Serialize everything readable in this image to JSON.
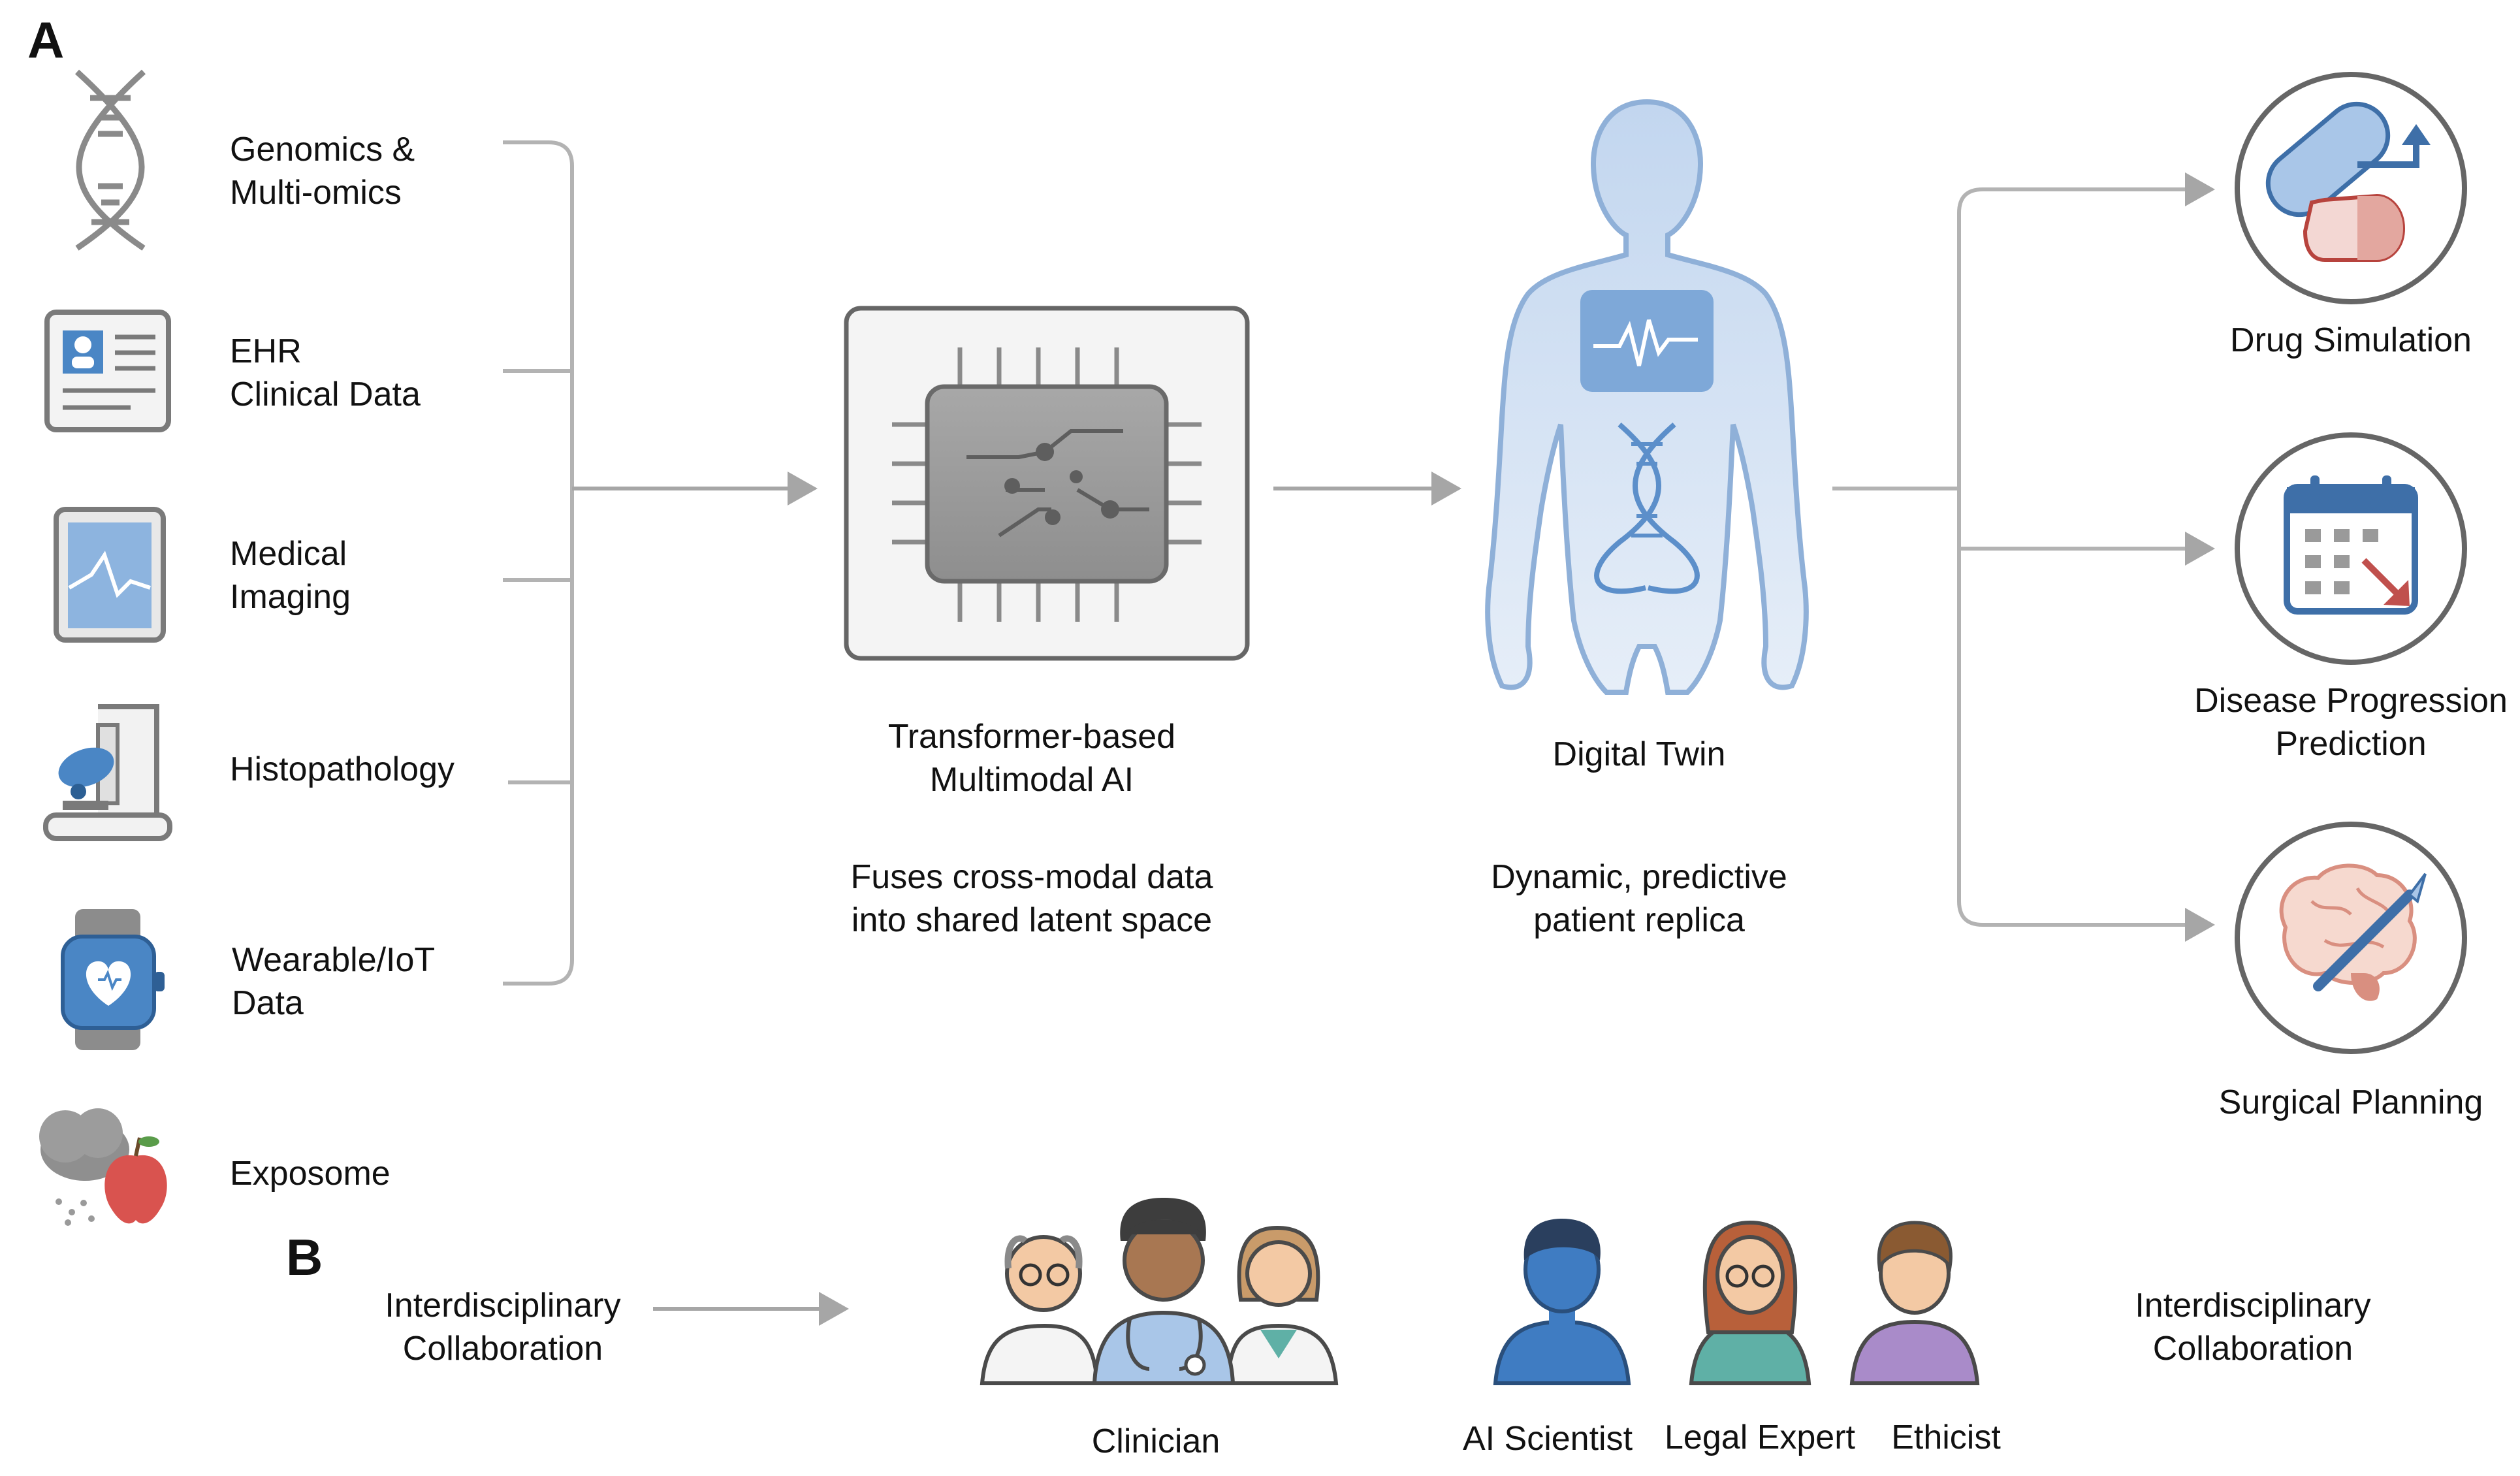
{
  "panels": {
    "a": "A",
    "b": "B"
  },
  "inputs": [
    {
      "label": "Genomics &\nMulti-omics",
      "icon": "dna-icon"
    },
    {
      "label": "EHR\nClinical Data",
      "icon": "ehr-record-icon"
    },
    {
      "label": "Medical\nImaging",
      "icon": "medical-image-icon"
    },
    {
      "label": "Histopathology",
      "icon": "microscope-icon"
    },
    {
      "label": "Wearable/IoT\nData",
      "icon": "smartwatch-icon"
    },
    {
      "label": "Exposome",
      "icon": "weather-apple-icon"
    }
  ],
  "model": {
    "title": "Transformer-based\nMultimodal AI",
    "description": "Fuses cross-modal data\ninto shared latent space",
    "icon": "ai-chip-icon"
  },
  "twin": {
    "title": "Digital Twin",
    "description": "Dynamic, predictive\npatient replica",
    "icon": "human-body-icon"
  },
  "outputs": [
    {
      "label": "Drug Simulation",
      "icon": "pill-icon"
    },
    {
      "label": "Disease Progression\nPrediction",
      "icon": "calendar-icon"
    },
    {
      "label": "Surgical Planning",
      "icon": "brain-scalpel-icon"
    }
  ],
  "collaboration": {
    "left_label": "Interdisciplinary\nCollaboration",
    "right_label": "Interdisciplinary\nCollaboration",
    "roles": [
      "Clinician",
      "AI Scientist",
      "Legal Expert",
      "Ethicist"
    ]
  },
  "colors": {
    "line": "#b3b3b3",
    "arrow": "#a6a6a6",
    "accent_blue": "#4a86c5",
    "light_blue": "#a9c6e8",
    "chip_gray": "#9b9b9b",
    "apple_red": "#d9534f"
  }
}
